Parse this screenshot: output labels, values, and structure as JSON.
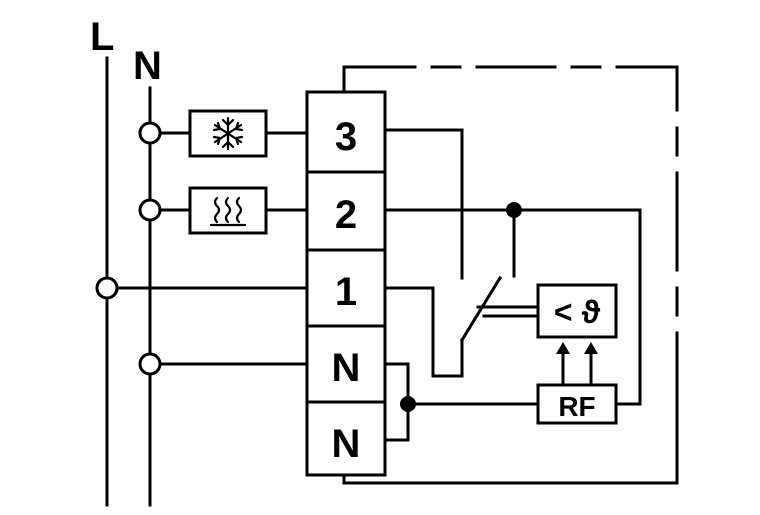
{
  "supply": {
    "line_label": "L",
    "neutral_label": "N"
  },
  "terminal_block": {
    "terminals": [
      "3",
      "2",
      "1",
      "N",
      "N"
    ]
  },
  "loads": {
    "cooling_icon": "snowflake-icon",
    "heating_icon": "heat-waves-icon"
  },
  "thermostat": {
    "symbol": "< ϑ"
  },
  "rf_module": {
    "label": "RF"
  }
}
